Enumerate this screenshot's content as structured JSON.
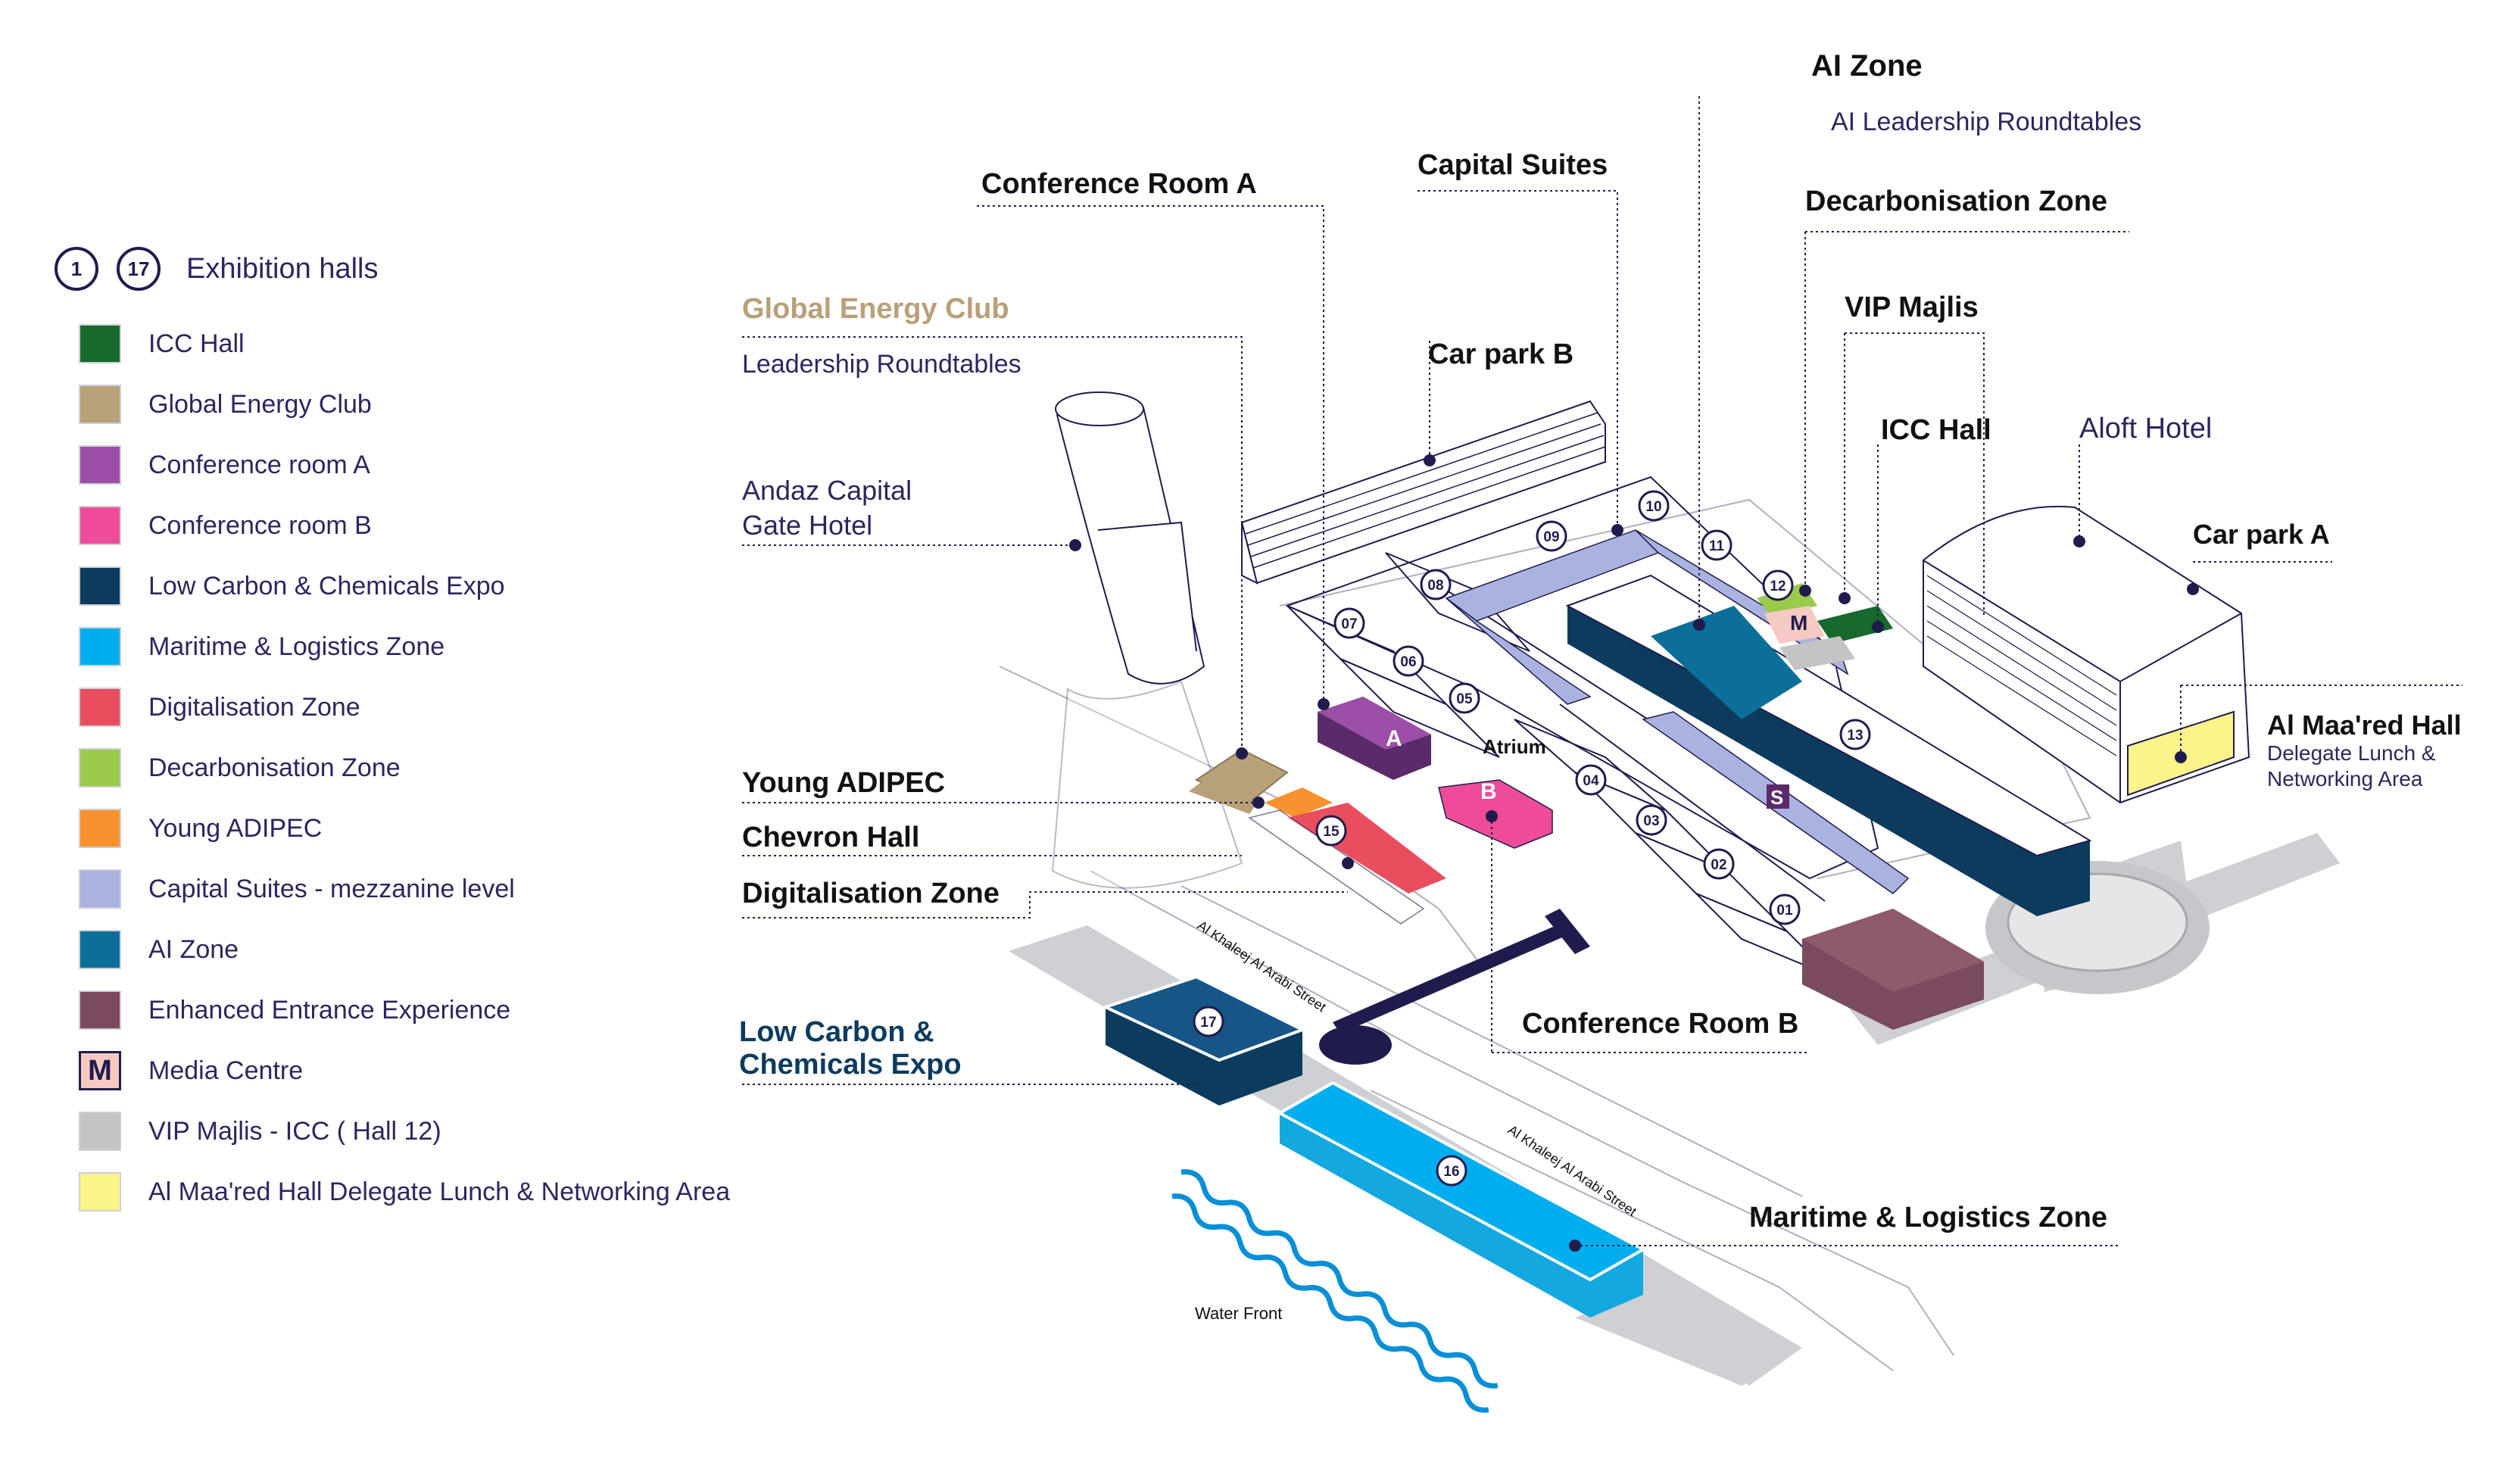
{
  "legend": {
    "hall_numbers": [
      "1",
      "17"
    ],
    "hall_label": "Exhibition halls",
    "items": [
      {
        "label": "ICC Hall",
        "color": "#17692e"
      },
      {
        "label": "Global Energy Club",
        "color": "#b8a079"
      },
      {
        "label": "Conference room A",
        "color": "#9b4fa6"
      },
      {
        "label": "Conference room B",
        "color": "#ee4c9a"
      },
      {
        "label": "Low Carbon & Chemicals Expo",
        "color": "#0c3b5e"
      },
      {
        "label": "Maritime & Logistics  Zone",
        "color": "#00aeef"
      },
      {
        "label": "Digitalisation Zone",
        "color": "#e94e5f"
      },
      {
        "label": "Decarbonisation Zone",
        "color": "#9acb4c"
      },
      {
        "label": "Young ADIPEC",
        "color": "#f7922e"
      },
      {
        "label": "Capital Suites - mezzanine level",
        "color": "#aab3df"
      },
      {
        "label": "AI Zone",
        "color": "#0b6f99"
      },
      {
        "label": "Enhanced Entrance Experience",
        "color": "#7a4a5e"
      },
      {
        "label": "Media Centre",
        "color": "#f6c9c2",
        "icon": "M"
      },
      {
        "label": "VIP Majlis - ICC ( Hall 12)",
        "color": "#c4c4c4"
      },
      {
        "label": "Al Maa'red Hall Delegate Lunch & Networking Area",
        "color": "#fbf48a"
      }
    ]
  },
  "map": {
    "callouts": {
      "ai_zone": "AI Zone",
      "ai_leadership": "AI Leadership  Roundtables",
      "conference_room_a": "Conference Room A",
      "capital_suites": "Capital Suites",
      "decarbonisation_zone": "Decarbonisation Zone",
      "global_energy_club": "Global Energy Club",
      "leadership_roundtables": "Leadership Roundtables",
      "car_park_b": "Car park B",
      "vip_majlis": "VIP Majlis",
      "icc_hall": "ICC Hall",
      "aloft_hotel": "Aloft Hotel",
      "andaz_line1": "Andaz Capital",
      "andaz_line2": "Gate Hotel",
      "car_park_a": "Car park A",
      "al_maared": "Al Maa'red Hall",
      "al_maared_sub1": "Delegate Lunch &",
      "al_maared_sub2": "Networking Area",
      "young_adipec": "Young ADIPEC",
      "chevron_hall": "Chevron Hall",
      "digitalisation_zone": "Digitalisation Zone",
      "conference_room_b": "Conference Room B",
      "low_carbon_line1": "Low Carbon &",
      "low_carbon_line2": "Chemicals Expo",
      "maritime_zone": "Maritime & Logistics Zone",
      "atrium": "Atrium",
      "street_1": "Al Khaleej Al Arabi Street",
      "street_2": "Al Khaleej Al Arabi Street",
      "water_front": "Water Front"
    },
    "hall_numbers": [
      "01",
      "02",
      "03",
      "04",
      "05",
      "06",
      "07",
      "08",
      "09",
      "10",
      "11",
      "12",
      "13",
      "15",
      "16",
      "17"
    ],
    "markers": {
      "room_a": "A",
      "room_b": "B",
      "media": "M",
      "s_marker": "S"
    }
  }
}
